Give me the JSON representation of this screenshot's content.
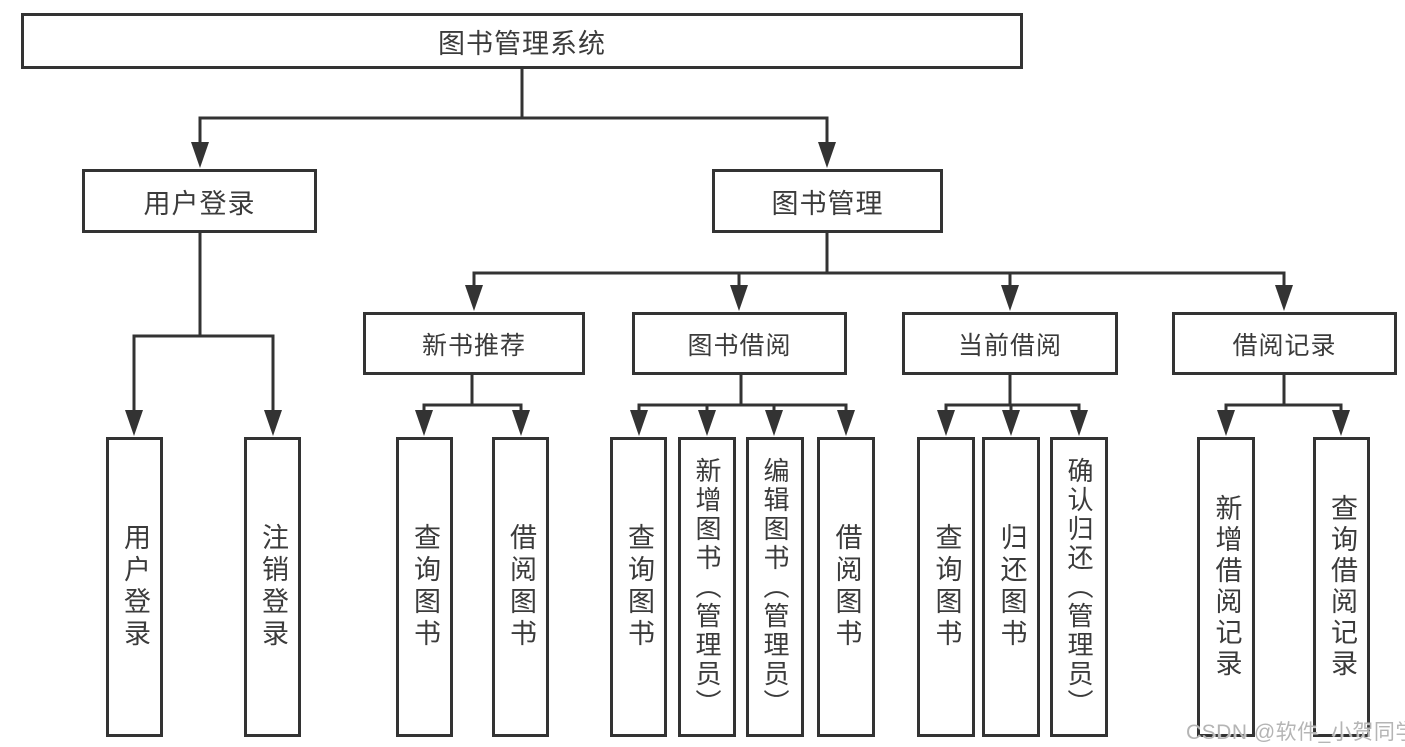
{
  "diagram": {
    "root": {
      "label": "图书管理系统"
    },
    "level2": [
      {
        "label": "用户登录"
      },
      {
        "label": "图书管理"
      }
    ],
    "level3": [
      {
        "label": "新书推荐"
      },
      {
        "label": "图书借阅"
      },
      {
        "label": "当前借阅"
      },
      {
        "label": "借阅记录"
      }
    ],
    "leaves": {
      "user_login": [
        "用户登录",
        "注销登录"
      ],
      "new_book_recommend": [
        "查询图书",
        "借阅图书"
      ],
      "book_borrow": [
        "查询图书",
        "新增图书（管理员）",
        "编辑图书（管理员）",
        "借阅图书"
      ],
      "current_borrow": [
        "查询图书",
        "归还图书",
        "确认归还（管理员）"
      ],
      "borrow_record": [
        "新增借阅记录",
        "查询借阅记录"
      ]
    },
    "watermark": "CSDN @软件_小贺同学",
    "colors": {
      "line": "#333333",
      "text": "#3b3b3b",
      "watermark": "#b5b5b5",
      "background": "#ffffff"
    }
  }
}
